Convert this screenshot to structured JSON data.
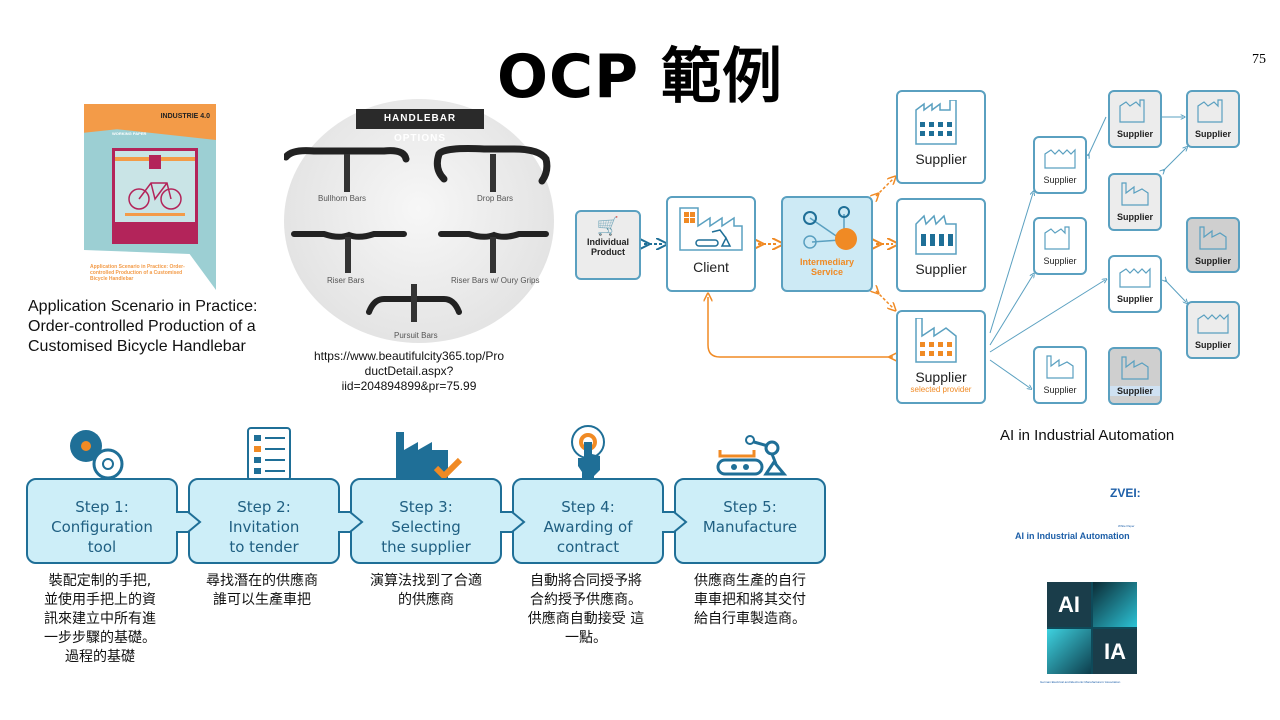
{
  "slide": {
    "title": "OCP 範例",
    "page_number": "75"
  },
  "working_paper": {
    "brand": "INDUSTRIE 4.0",
    "label": "WORKING PAPER",
    "cover_title": "Application Scenario in Practice: Order-controlled Production of a Customised Bicycle Handlebar",
    "caption_lines": [
      "Application Scenario in Practice:",
      "Order-controlled  Production of a",
      "Customised Bicycle Handlebar"
    ]
  },
  "handlebar": {
    "title": "HANDLEBAR OPTIONS",
    "options": [
      "Bullhorn Bars",
      "Drop Bars",
      "Riser Bars",
      "Riser Bars w/ Oury Grips",
      "Pursuit Bars"
    ],
    "url_lines": [
      "https://www.beautifulcity365.top/Pro",
      "ductDetail.aspx?",
      "iid=204894899&pr=75.99"
    ]
  },
  "diagram": {
    "individual_product": [
      "Individual",
      "Product"
    ],
    "client": "Client",
    "intermediary": [
      "Intermediary",
      "Service"
    ],
    "supplier": "Supplier",
    "selected_provider": "selected provider",
    "caption": "AI in Industrial  Automation",
    "colors": {
      "border": "#5aa0c0",
      "accent": "#f08a24",
      "dark_blue": "#1f6f97"
    }
  },
  "steps": [
    {
      "lines": [
        "Step 1:",
        "Configuration",
        "tool"
      ],
      "icon": "gears-icon",
      "desc": [
        "裝配定制的手把,",
        "並使用手把上的資",
        "訊來建立中所有進",
        "一步步驟的基礎。",
        "過程的基礎"
      ]
    },
    {
      "lines": [
        "Step 2:",
        "Invitation",
        "to tender"
      ],
      "icon": "checklist-icon",
      "desc": [
        "尋找潛在的供應商",
        "誰可以生產車把"
      ]
    },
    {
      "lines": [
        "Step 3:",
        "Selecting",
        "the supplier"
      ],
      "icon": "factory-check-icon",
      "desc": [
        "演算法找到了合適",
        "的供應商"
      ]
    },
    {
      "lines": [
        "Step 4:",
        "Awarding of",
        "contract"
      ],
      "icon": "touch-icon",
      "desc": [
        "自動將合同授予將",
        "合約授予供應商。",
        "供應商自動接受 這",
        "一點。"
      ]
    },
    {
      "lines": [
        "Step 5:",
        "Manufacture"
      ],
      "icon": "robot-arm-icon",
      "desc": [
        "供應商生產的自行",
        "車車把和將其交付",
        "給自行車製造商。"
      ]
    }
  ],
  "zvei": {
    "logo": "ZVEI:",
    "white_paper": "White Paper",
    "title": "AI in Industrial Automation",
    "tile_ai": "AI",
    "tile_ia": "IA",
    "footer": "German Electrical and Electronic Manufacturers' Association"
  }
}
